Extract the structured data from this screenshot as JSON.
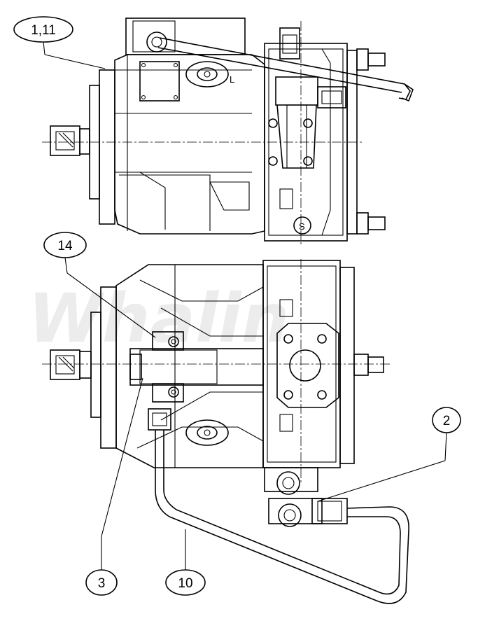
{
  "watermark": "Whalin",
  "callouts": [
    {
      "id": "1-11",
      "label": "1,11"
    },
    {
      "id": "14",
      "label": "14"
    },
    {
      "id": "2",
      "label": "2"
    },
    {
      "id": "3",
      "label": "3"
    },
    {
      "id": "10",
      "label": "10"
    }
  ],
  "port_labels": {
    "top_l": "L",
    "top_s": "S"
  },
  "colors": {
    "line": "#000000",
    "background": "#ffffff",
    "watermark": "#ececec"
  }
}
